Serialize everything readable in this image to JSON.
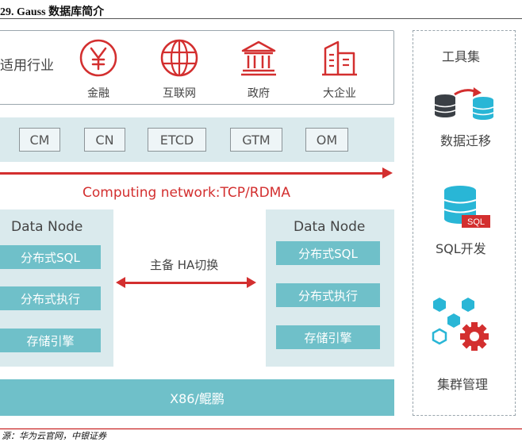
{
  "figure": {
    "title": "29. Gauss 数据库简介",
    "source": "源：华为云官网，中银证券"
  },
  "industries": {
    "label": "适用行业",
    "items": [
      {
        "label": "金融",
        "icon": "yen-icon"
      },
      {
        "label": "互联网",
        "icon": "globe-icon"
      },
      {
        "label": "政府",
        "icon": "government-building-icon"
      },
      {
        "label": "大企业",
        "icon": "office-building-icon"
      }
    ]
  },
  "components": [
    "CM",
    "CN",
    "ETCD",
    "GTM",
    "OM"
  ],
  "network": {
    "label": "Computing network:TCP/RDMA"
  },
  "nodes": [
    {
      "title": "Data Node",
      "items": [
        "分布式SQL",
        "分布式执行",
        "存储引擎"
      ]
    },
    {
      "title": "Data Node",
      "items": [
        "分布式SQL",
        "分布式执行",
        "存储引擎"
      ]
    }
  ],
  "ha": {
    "label": "主备 HA切换"
  },
  "hardware": {
    "label": "X86/鲲鹏"
  },
  "tools": {
    "title": "工具集",
    "items": [
      {
        "label": "数据迁移",
        "icon": "data-migration-icon"
      },
      {
        "label": "SQL开发",
        "icon": "sql-database-icon",
        "badge": "SQL"
      },
      {
        "label": "集群管理",
        "icon": "cluster-management-icon"
      }
    ]
  },
  "colors": {
    "accent_red": "#d32f2f",
    "teal": "#6fc0c9",
    "light_teal": "#daeaed"
  }
}
